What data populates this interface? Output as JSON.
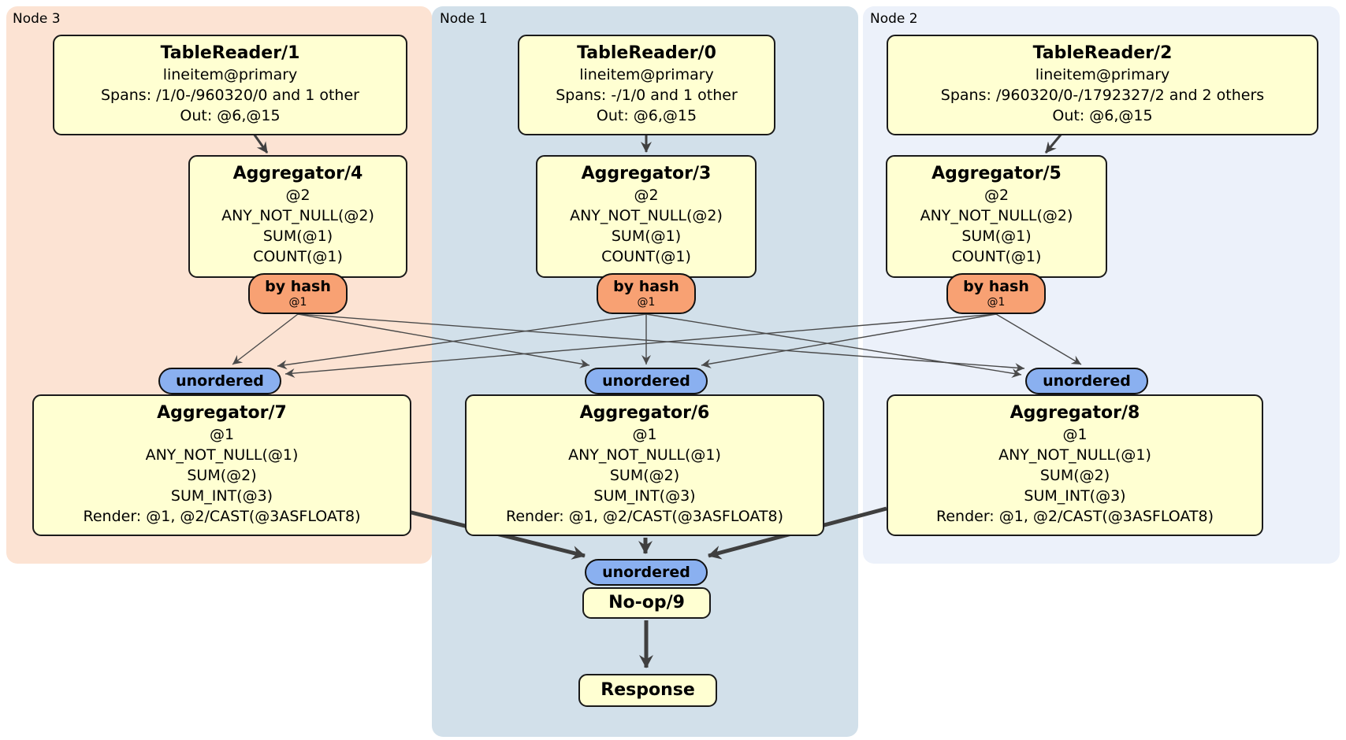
{
  "panels": {
    "node3": {
      "label": "Node 3"
    },
    "node1": {
      "label": "Node 1"
    },
    "node2": {
      "label": "Node 2"
    }
  },
  "processors": {
    "tr1": {
      "title": "TableReader/1",
      "lines": [
        "lineitem@primary",
        "Spans: /1/0-/960320/0 and 1 other",
        "Out: @6,@15"
      ]
    },
    "tr0": {
      "title": "TableReader/0",
      "lines": [
        "lineitem@primary",
        "Spans: -/1/0 and 1 other",
        "Out: @6,@15"
      ]
    },
    "tr2": {
      "title": "TableReader/2",
      "lines": [
        "lineitem@primary",
        "Spans: /960320/0-/1792327/2 and 2 others",
        "Out: @6,@15"
      ]
    },
    "agg4": {
      "title": "Aggregator/4",
      "lines": [
        "@2",
        "ANY_NOT_NULL(@2)",
        "SUM(@1)",
        "COUNT(@1)"
      ]
    },
    "agg3": {
      "title": "Aggregator/3",
      "lines": [
        "@2",
        "ANY_NOT_NULL(@2)",
        "SUM(@1)",
        "COUNT(@1)"
      ]
    },
    "agg5": {
      "title": "Aggregator/5",
      "lines": [
        "@2",
        "ANY_NOT_NULL(@2)",
        "SUM(@1)",
        "COUNT(@1)"
      ]
    },
    "agg7": {
      "title": "Aggregator/7",
      "lines": [
        "@1",
        "ANY_NOT_NULL(@1)",
        "SUM(@2)",
        "SUM_INT(@3)",
        "Render: @1, @2/CAST(@3ASFLOAT8)"
      ]
    },
    "agg6": {
      "title": "Aggregator/6",
      "lines": [
        "@1",
        "ANY_NOT_NULL(@1)",
        "SUM(@2)",
        "SUM_INT(@3)",
        "Render: @1, @2/CAST(@3ASFLOAT8)"
      ]
    },
    "agg8": {
      "title": "Aggregator/8",
      "lines": [
        "@1",
        "ANY_NOT_NULL(@1)",
        "SUM(@2)",
        "SUM_INT(@3)",
        "Render: @1, @2/CAST(@3ASFLOAT8)"
      ]
    },
    "noop": {
      "title": "No-op/9"
    },
    "response": {
      "title": "Response"
    }
  },
  "routers": {
    "r4": {
      "label": "by hash",
      "detail": "@1"
    },
    "r3": {
      "label": "by hash",
      "detail": "@1"
    },
    "r5": {
      "label": "by hash",
      "detail": "@1"
    }
  },
  "syncs": {
    "s7": {
      "label": "unordered"
    },
    "s6": {
      "label": "unordered"
    },
    "s8": {
      "label": "unordered"
    },
    "s9": {
      "label": "unordered"
    }
  },
  "colors": {
    "node3_bg": "#fce3d3",
    "node1_bg": "#d2e0ea",
    "node2_bg": "#ecf1fa",
    "processor_bg": "#ffffd2",
    "router_bg": "#f8a173",
    "sync_bg": "#8ab0f0",
    "edge": "#404040",
    "border": "#1a1a1a"
  }
}
